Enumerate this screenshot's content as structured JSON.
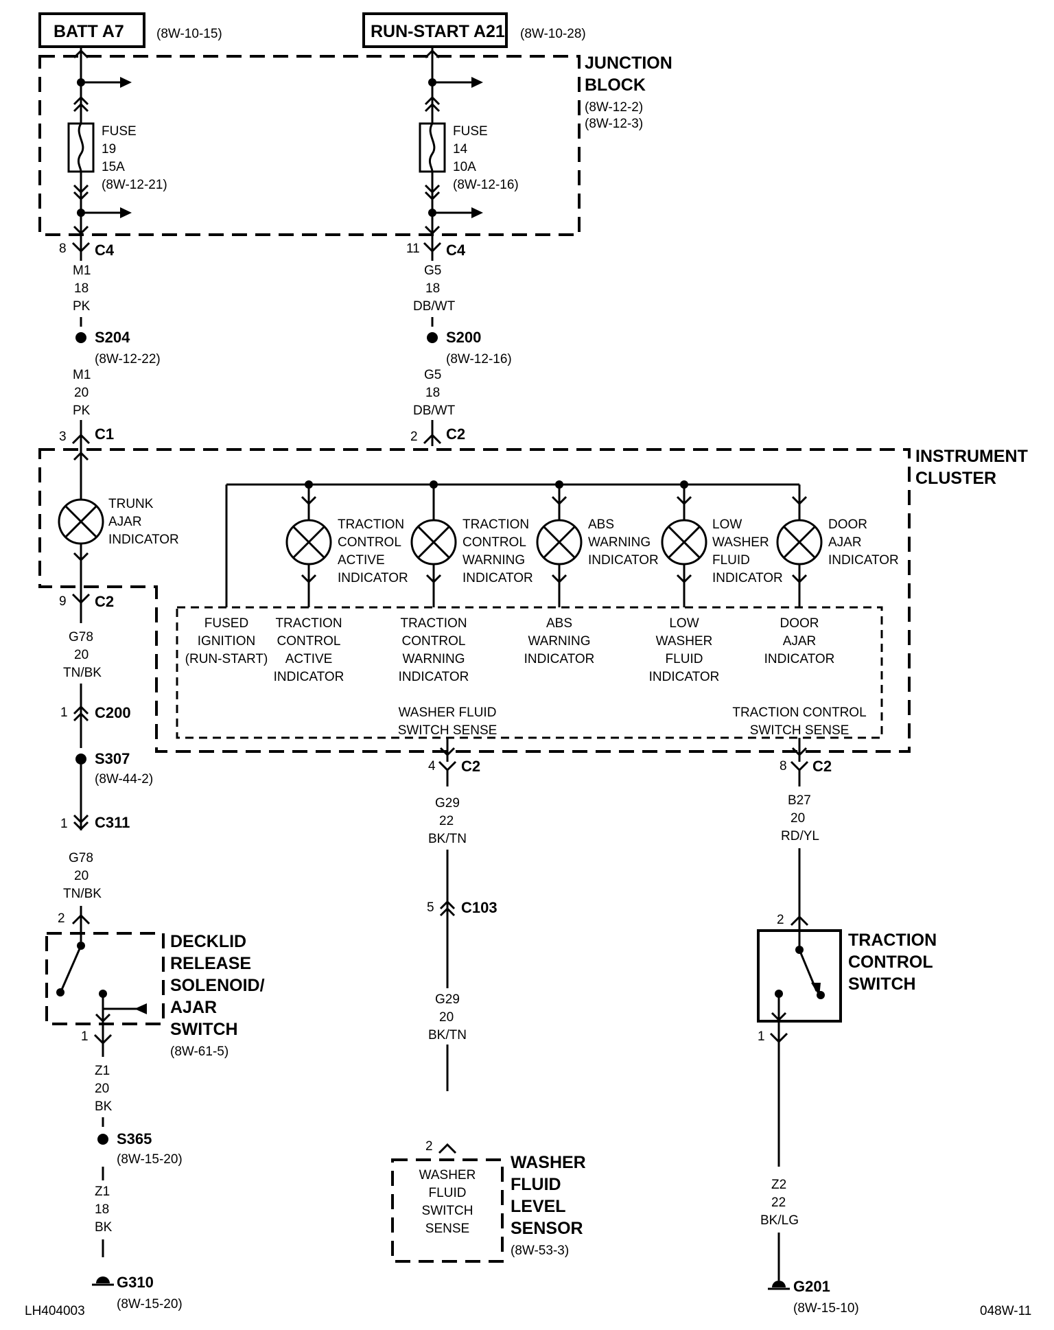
{
  "sources": {
    "batt": {
      "label": "BATT A7",
      "ref": "(8W-10-15)"
    },
    "run_start": {
      "label": "RUN-START A21",
      "ref": "(8W-10-28)"
    }
  },
  "junction_block": {
    "title_line1": "JUNCTION",
    "title_line2": "BLOCK",
    "ref1": "(8W-12-2)",
    "ref2": "(8W-12-3)",
    "fuse19": {
      "l1": "FUSE",
      "l2": "19",
      "l3": "15A",
      "ref": "(8W-12-21)"
    },
    "fuse14": {
      "l1": "FUSE",
      "l2": "14",
      "l3": "10A",
      "ref": "(8W-12-16)"
    }
  },
  "connectors": {
    "c4_left": {
      "pin": "8",
      "name": "C4"
    },
    "c4_right": {
      "pin": "11",
      "name": "C4"
    },
    "c1": {
      "pin": "3",
      "name": "C1"
    },
    "c2_top": {
      "pin": "2",
      "name": "C2"
    },
    "c2_left": {
      "pin": "9",
      "name": "C2"
    },
    "c2_mid": {
      "pin": "4",
      "name": "C2"
    },
    "c2_right": {
      "pin": "8",
      "name": "C2"
    },
    "c200": {
      "pin": "1",
      "name": "C200"
    },
    "c311": {
      "pin": "1",
      "name": "C311"
    },
    "c103": {
      "pin": "5",
      "name": "C103"
    },
    "decklid_top": {
      "pin": "2"
    },
    "decklid_bottom": {
      "pin": "1"
    },
    "washer_top": {
      "pin": "2"
    },
    "tc_switch_top": {
      "pin": "2"
    },
    "tc_switch_bottom": {
      "pin": "1"
    }
  },
  "wires": {
    "m1_a": {
      "circuit": "M1",
      "gauge": "18",
      "color": "PK"
    },
    "m1_b": {
      "circuit": "M1",
      "gauge": "20",
      "color": "PK"
    },
    "g5_a": {
      "circuit": "G5",
      "gauge": "18",
      "color": "DB/WT"
    },
    "g5_b": {
      "circuit": "G5",
      "gauge": "18",
      "color": "DB/WT"
    },
    "g78_a": {
      "circuit": "G78",
      "gauge": "20",
      "color": "TN/BK"
    },
    "g78_b": {
      "circuit": "G78",
      "gauge": "20",
      "color": "TN/BK"
    },
    "z1_a": {
      "circuit": "Z1",
      "gauge": "20",
      "color": "BK"
    },
    "z1_b": {
      "circuit": "Z1",
      "gauge": "18",
      "color": "BK"
    },
    "g29_a": {
      "circuit": "G29",
      "gauge": "22",
      "color": "BK/TN"
    },
    "g29_b": {
      "circuit": "G29",
      "gauge": "20",
      "color": "BK/TN"
    },
    "b27": {
      "circuit": "B27",
      "gauge": "20",
      "color": "RD/YL"
    },
    "z2": {
      "circuit": "Z2",
      "gauge": "22",
      "color": "BK/LG"
    }
  },
  "splices": {
    "s204": {
      "name": "S204",
      "ref": "(8W-12-22)"
    },
    "s200": {
      "name": "S200",
      "ref": "(8W-12-16)"
    },
    "s307": {
      "name": "S307",
      "ref": "(8W-44-2)"
    },
    "s365": {
      "name": "S365",
      "ref": "(8W-15-20)"
    }
  },
  "instrument_cluster": {
    "title_line1": "INSTRUMENT",
    "title_line2": "CLUSTER",
    "trunk_lamp": [
      "TRUNK",
      "AJAR",
      "INDICATOR"
    ],
    "lamps": [
      [
        "TRACTION",
        "CONTROL",
        "ACTIVE",
        "INDICATOR"
      ],
      [
        "TRACTION",
        "CONTROL",
        "WARNING",
        "INDICATOR"
      ],
      [
        "ABS",
        "WARNING",
        "INDICATOR"
      ],
      [
        "LOW",
        "WASHER",
        "FLUID",
        "INDICATOR"
      ],
      [
        "DOOR",
        "AJAR",
        "INDICATOR"
      ]
    ],
    "module_labels": [
      [
        "FUSED",
        "IGNITION",
        "(RUN-START)"
      ],
      [
        "TRACTION",
        "CONTROL",
        "ACTIVE",
        "INDICATOR"
      ],
      [
        "TRACTION",
        "CONTROL",
        "WARNING",
        "INDICATOR"
      ],
      [
        "ABS",
        "WARNING",
        "INDICATOR"
      ],
      [
        "LOW",
        "WASHER",
        "FLUID",
        "INDICATOR"
      ],
      [
        "DOOR",
        "AJAR",
        "INDICATOR"
      ]
    ],
    "washer_sense": [
      "WASHER FLUID",
      "SWITCH SENSE"
    ],
    "tc_sense": [
      "TRACTION CONTROL",
      "SWITCH SENSE"
    ]
  },
  "decklid": {
    "lines": [
      "DECKLID",
      "RELEASE",
      "SOLENOID/",
      "AJAR",
      "SWITCH"
    ],
    "ref": "(8W-61-5)"
  },
  "washer_sensor": {
    "inner": [
      "WASHER",
      "FLUID",
      "SWITCH",
      "SENSE"
    ],
    "lines": [
      "WASHER",
      "FLUID",
      "LEVEL",
      "SENSOR"
    ],
    "ref": "(8W-53-3)"
  },
  "tc_switch": {
    "lines": [
      "TRACTION",
      "CONTROL",
      "SWITCH"
    ]
  },
  "grounds": {
    "g310": {
      "name": "G310",
      "ref": "(8W-15-20)"
    },
    "g201": {
      "name": "G201",
      "ref": "(8W-15-10)"
    }
  },
  "footer": {
    "left_id": "LH404003",
    "right_id": "048W-11"
  }
}
